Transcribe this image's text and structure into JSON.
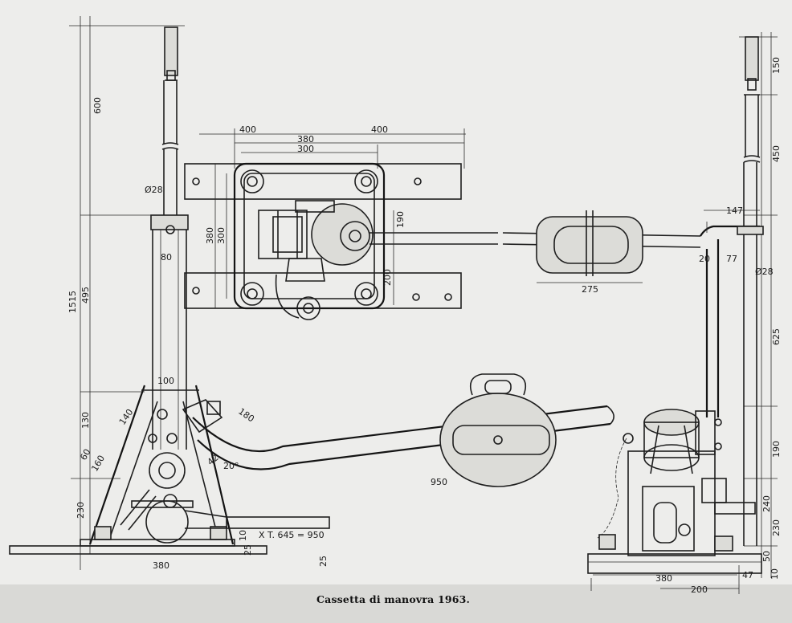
{
  "caption": "Cassetta di manovra 1963.",
  "dimensions": {
    "d600": "600",
    "d1515": "1515",
    "d495": "495",
    "d130": "130",
    "d60": "60",
    "d160": "160",
    "d230_left": "230",
    "d28_phi": "Ø28",
    "d80": "80",
    "d100": "100",
    "d140": "140",
    "d180": "180",
    "d42": "42",
    "d20deg": "20°",
    "d950": "950",
    "xt": "X T. 645 = 950",
    "d25_a": "25",
    "d10": "10",
    "d25_b": "25",
    "d380_base_left": "380",
    "d400_left": "400",
    "d380_top": "380",
    "d300_top": "300",
    "d400_right": "400",
    "d380_side": "380",
    "d300_side": "300",
    "d190_mid": "190",
    "d200_mid": "200",
    "d275": "275",
    "d150": "150",
    "d450": "450",
    "d147": "147",
    "d20": "20",
    "d77": "77",
    "d28_right": "Ø28",
    "d625": "625",
    "d190_right": "190",
    "d240": "240",
    "d230_right": "230",
    "d50": "50",
    "d47": "47",
    "d10_right": "10",
    "d380_base_right": "380",
    "d200_base_right": "200"
  }
}
